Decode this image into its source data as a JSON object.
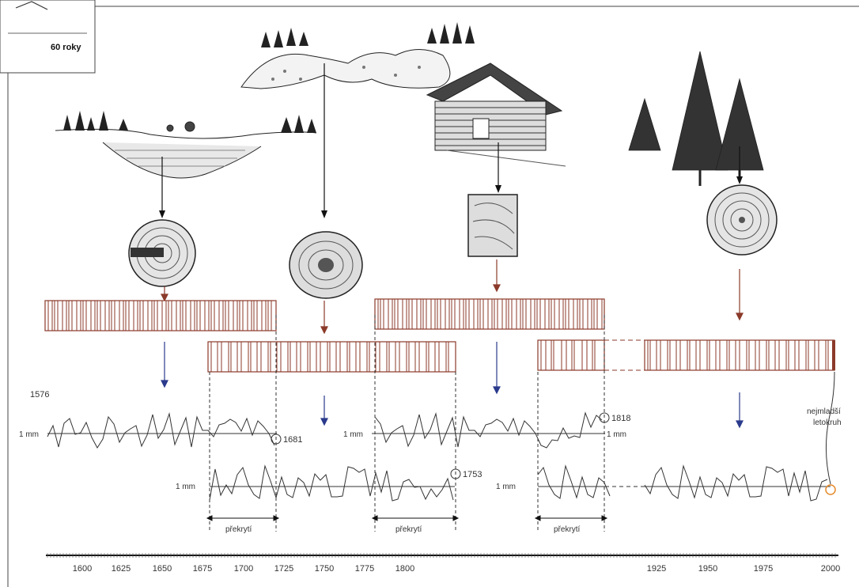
{
  "inset": {
    "label": "60 roky"
  },
  "axis": {
    "left_ticks": [
      "1600",
      "1625",
      "1650",
      "1675",
      "1700",
      "1725",
      "1750",
      "1775",
      "1800"
    ],
    "right_ticks": [
      "1925",
      "1950",
      "1975",
      "2000"
    ]
  },
  "series_labels": {
    "start_year": "1576",
    "end_lake": "1681",
    "end_rock": "1753",
    "end_house": "1818",
    "youngest_ring": "nejmladší letokruh"
  },
  "unit_labels": {
    "mm": "1 mm"
  },
  "overlap_label": "překrytí",
  "colors": {
    "ring_brown": "#8b3a2a",
    "arrow_blue": "#2a3a8c",
    "series_line": "#333333",
    "youngest_circle": "#e58a2b"
  },
  "icons": {
    "lake": "lake-landscape-icon",
    "rock": "rock-hills-icon",
    "house": "log-cabin-icon",
    "trees": "living-trees-icon"
  }
}
